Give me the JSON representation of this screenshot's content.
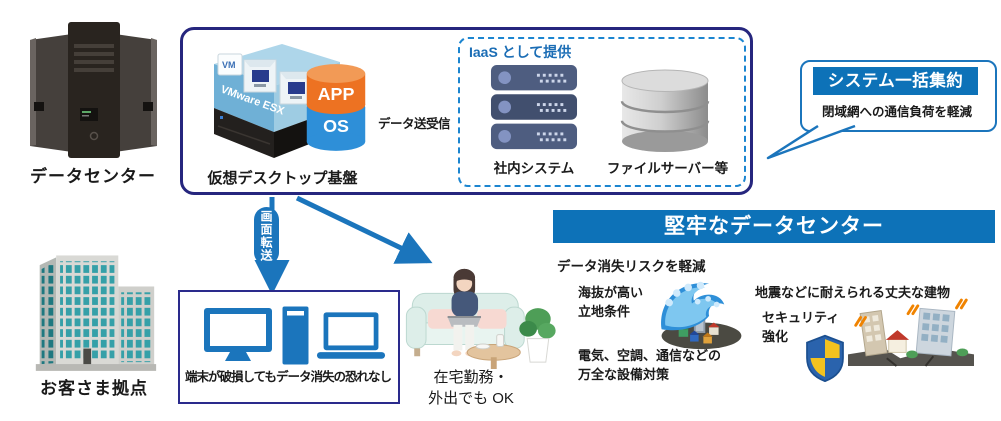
{
  "colors": {
    "accent_blue": "#1b75bc",
    "banner_blue": "#0d72b8",
    "navy_border": "#26267e",
    "orange": "#ed7222",
    "os_blue": "#2e8fd8"
  },
  "datacenter": {
    "label": "データセンター"
  },
  "main_box": {
    "vdi_label": "仮想デスクトップ基盤",
    "vmware_logo": "VM",
    "vmware_esx": "VMware ESX",
    "app": "APP",
    "os": "OS",
    "transfer_label": "データ送受信",
    "iaas": {
      "title": "IaaS として提供",
      "internal_label": "社内システム",
      "fileserver_label": "ファイルサーバー等"
    }
  },
  "callout": {
    "title": "システム一括集約",
    "subtitle": "閉域網への通信負荷を軽減"
  },
  "screen_transfer": {
    "label": "画面転送"
  },
  "devices_box": {
    "caption": "端末が破損してもデータ消失の恐れなし"
  },
  "home_work": {
    "line1": "在宅勤務・",
    "line2": "外出でも OK"
  },
  "customer": {
    "label": "お客さま拠点"
  },
  "robust_dc": {
    "title": "堅牢なデータセンター",
    "subtitle": "データ消失リスクを軽減",
    "features": [
      {
        "line1": "海抜が高い",
        "line2": "立地条件"
      },
      {
        "line1": "電気、空調、通信などの",
        "line2": "万全な設備対策"
      },
      {
        "line1": "地震などに耐えられる丈夫な建物",
        "line2": ""
      },
      {
        "line1": "セキュリティ",
        "line2": "強化"
      }
    ]
  },
  "icons": [
    "server-rack-icon",
    "vmware-esx-icon",
    "app-os-cylinder-icon",
    "iaas-servers-icon",
    "fileserver-cylinder-icon",
    "speech-tail-icon",
    "screen-transfer-arrow-icon",
    "monitor-icon",
    "pc-tower-icon",
    "laptop-icon",
    "remote-worker-illustration",
    "office-building-icon",
    "tsunami-icon",
    "shield-icon",
    "earthquake-icon"
  ]
}
